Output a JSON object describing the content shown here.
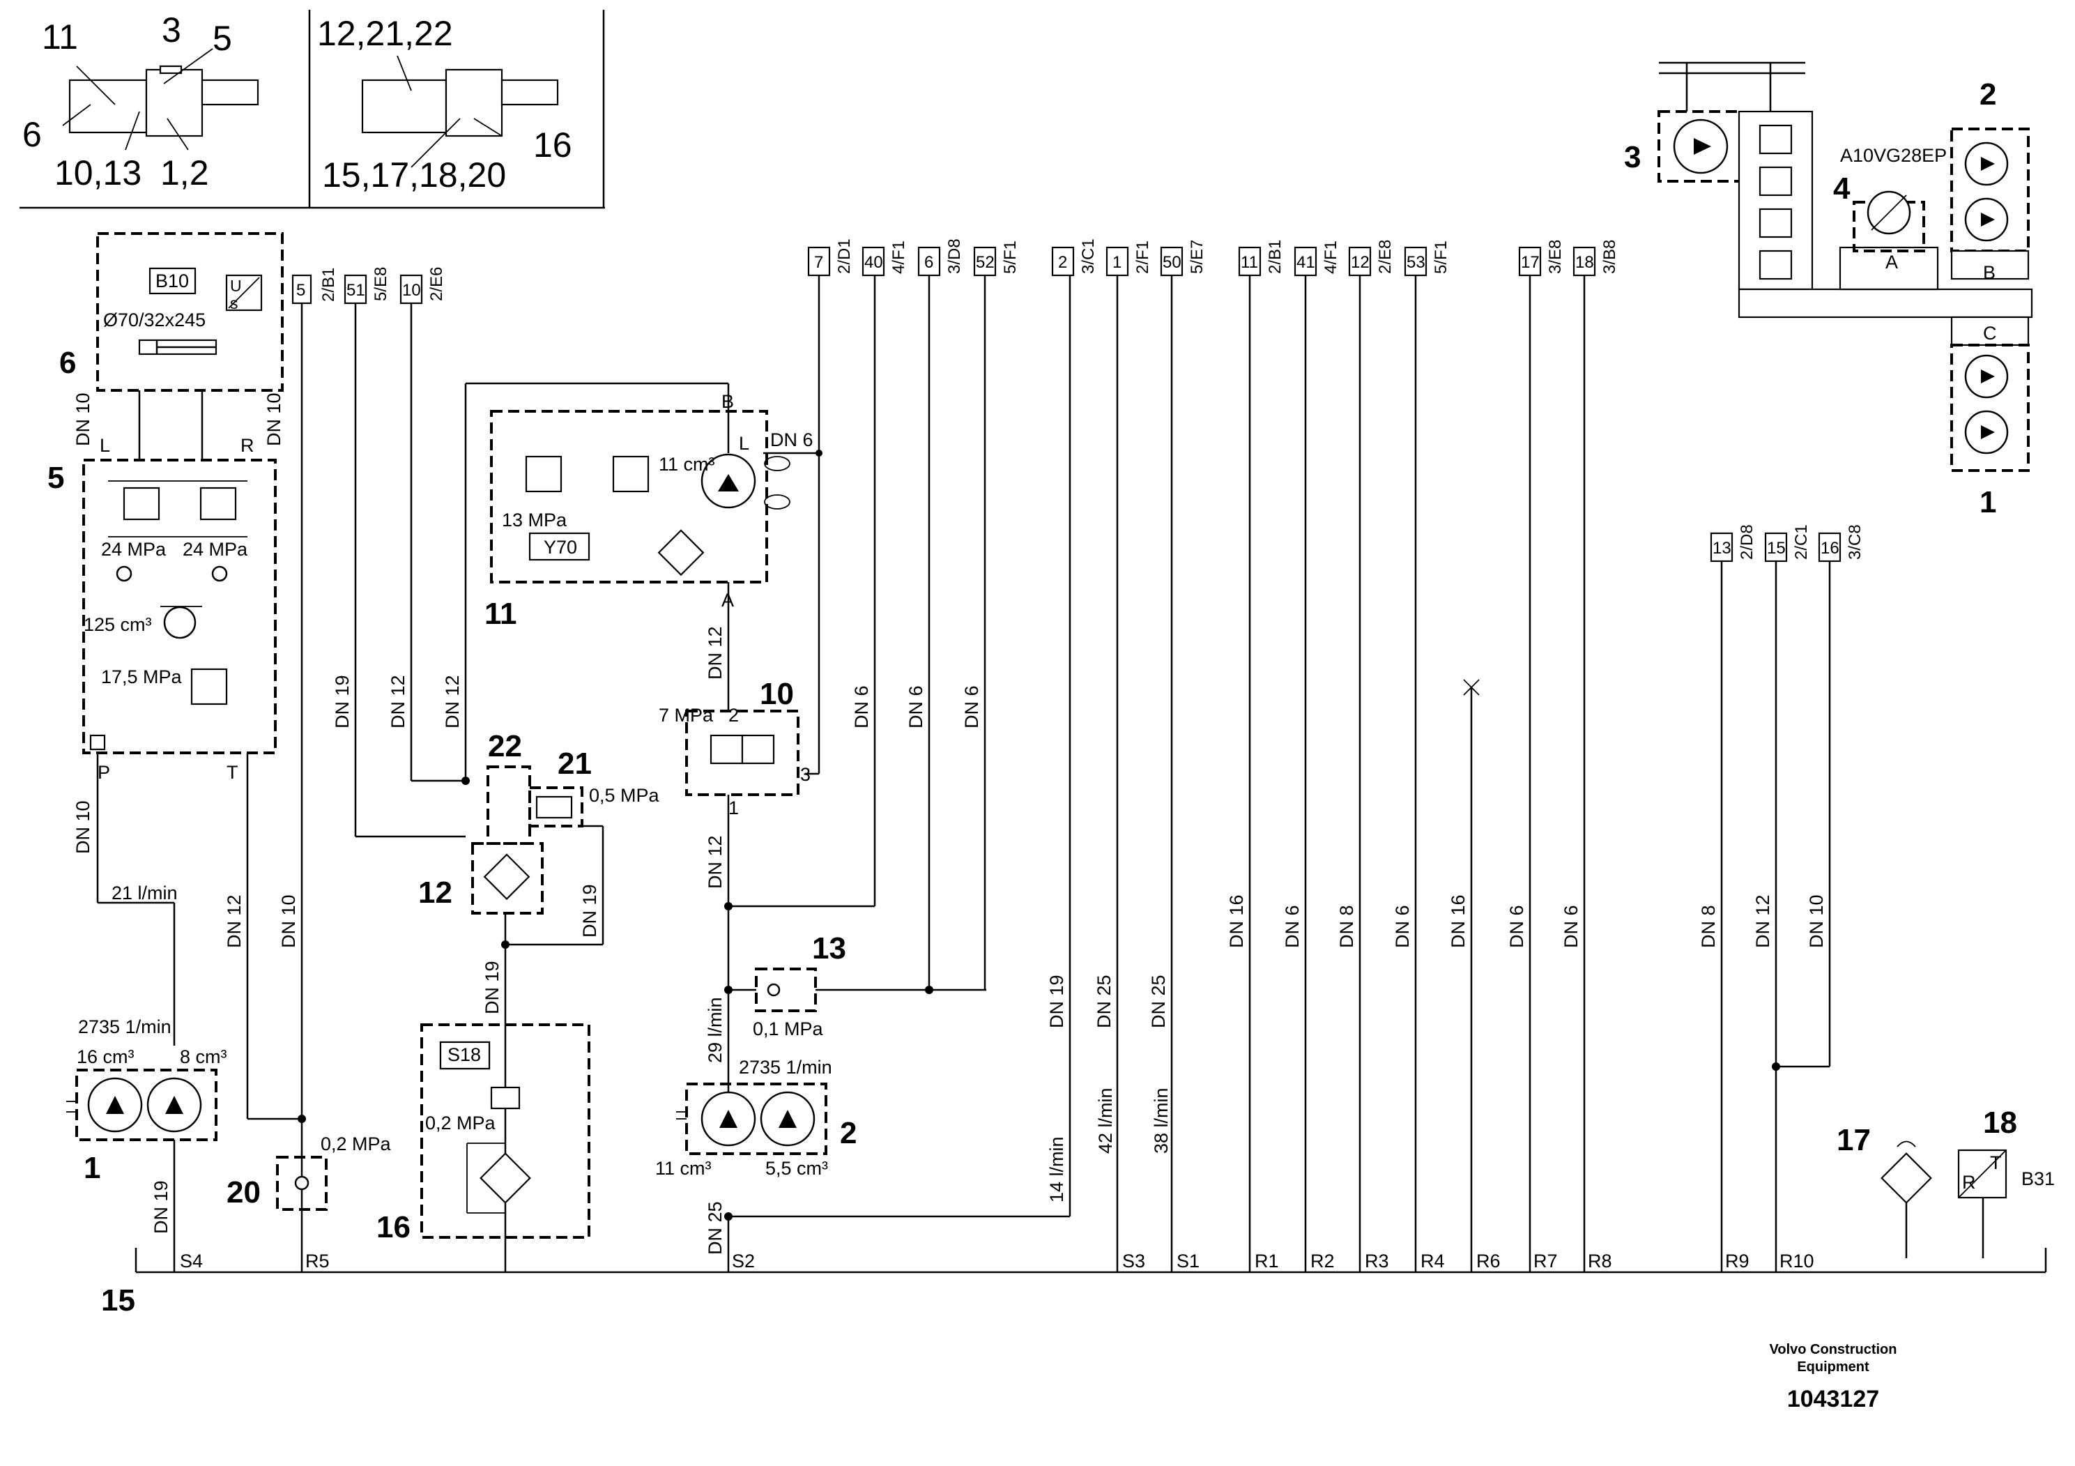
{
  "inset": {
    "left_numbers": [
      "11",
      "3",
      "5",
      "6",
      "10,13",
      "1,2"
    ],
    "right_numbers": [
      "12,21,22",
      "16",
      "15,17,18,20"
    ]
  },
  "top_tags": [
    {
      "num": "5",
      "ref": "2/B1"
    },
    {
      "num": "51",
      "ref": "5/E8"
    },
    {
      "num": "10",
      "ref": "2/E6"
    },
    {
      "num": "7",
      "ref": "2/D1"
    },
    {
      "num": "40",
      "ref": "4/F1"
    },
    {
      "num": "6",
      "ref": "3/D8"
    },
    {
      "num": "52",
      "ref": "5/F1"
    },
    {
      "num": "2",
      "ref": "3/C1"
    },
    {
      "num": "1",
      "ref": "2/F1"
    },
    {
      "num": "50",
      "ref": "5/E7"
    },
    {
      "num": "11",
      "ref": "2/B1"
    },
    {
      "num": "41",
      "ref": "4/F1"
    },
    {
      "num": "12",
      "ref": "2/E8"
    },
    {
      "num": "53",
      "ref": "5/F1"
    },
    {
      "num": "17",
      "ref": "3/E8"
    },
    {
      "num": "18",
      "ref": "3/B8"
    },
    {
      "num": "13",
      "ref": "2/D8"
    },
    {
      "num": "15",
      "ref": "2/C1"
    },
    {
      "num": "16",
      "ref": "3/C8"
    }
  ],
  "components": {
    "c1": "1",
    "c2": "2",
    "c3": "3",
    "c4": "4",
    "c5": "5",
    "c6": "6",
    "c10": "10",
    "c11": "11",
    "c12": "12",
    "c13": "13",
    "c15": "15",
    "c16": "16",
    "c17": "17",
    "c18": "18",
    "c20": "20",
    "c21": "21",
    "c22": "22"
  },
  "labels": {
    "b10": "B10",
    "cyl_size": "Ø70/32x245",
    "su_s": "s",
    "su_u": "U",
    "y70": "Y70",
    "s18": "S18",
    "b31": "B31",
    "a10vg": "A10VG28EP",
    "port_a": "A",
    "port_b": "B",
    "port_c": "C",
    "port_L": "L",
    "port_R": "R",
    "port_P": "P",
    "port_T": "T",
    "motor_B": "B",
    "motor_A": "A",
    "motor_L": "L",
    "v10_2": "2",
    "v10_3": "3",
    "v10_1": "1",
    "r": "R",
    "t": "T",
    "p24a": "24 MPa",
    "p24b": "24 MPa",
    "p125": "125 cm³",
    "p175": "17,5 MPa",
    "p13": "13 MPa",
    "cm11": "11 cm³",
    "dn6_motor": "DN 6",
    "p7": "7 MPa",
    "p05": "0,5 MPa",
    "p01": "0,1 MPa",
    "p02a": "0,2 MPa",
    "p02b": "0,2 MPa",
    "rpm1": "2735  1/min",
    "rpm2": "2735  1/min",
    "cm16": "16 cm³",
    "cm8": "8 cm³",
    "cm11b": "11 cm³",
    "cm55": "5,5 cm³",
    "flow21": "21 l/min",
    "flow29": "29 l/min",
    "flow14": "14 l/min",
    "flow42": "42 l/min",
    "flow38": "38 l/min"
  },
  "dn": {
    "dn10_l": "DN 10",
    "dn10_r": "DN 10",
    "dn10_p": "DN 10",
    "dn19_a": "DN 19",
    "dn12_a": "DN 12",
    "dn12_b": "DN 12",
    "dn12_c": "DN 12",
    "dn10_c": "DN 10",
    "dn19_b": "DN 19",
    "dn19_c": "DN 19",
    "dn19_s4": "DN 19",
    "dn12_m1": "DN 12",
    "dn12_m2": "DN 12",
    "dn25": "DN 25",
    "dn6_1": "DN 6",
    "dn6_2": "DN 6",
    "dn6_3": "DN 6",
    "dn19_d": "DN 19",
    "dn25_a": "DN 25",
    "dn25_b": "DN 25",
    "dn16_a": "DN 16",
    "dn6_4": "DN 6",
    "dn8_a": "DN 8",
    "dn6_5": "DN 6",
    "dn16_b": "DN 16",
    "dn6_6": "DN 6",
    "dn6_7": "DN 6",
    "dn8_b": "DN 8",
    "dn12_d": "DN 12",
    "dn10_d": "DN 10"
  },
  "tank_ports": [
    "S4",
    "R5",
    "S2",
    "S3",
    "S1",
    "R1",
    "R2",
    "R3",
    "R4",
    "R6",
    "R7",
    "R8",
    "R9",
    "R10"
  ],
  "footer": {
    "company_line1": "Volvo Construction",
    "company_line2": "Equipment",
    "doc_number": "1043127"
  }
}
